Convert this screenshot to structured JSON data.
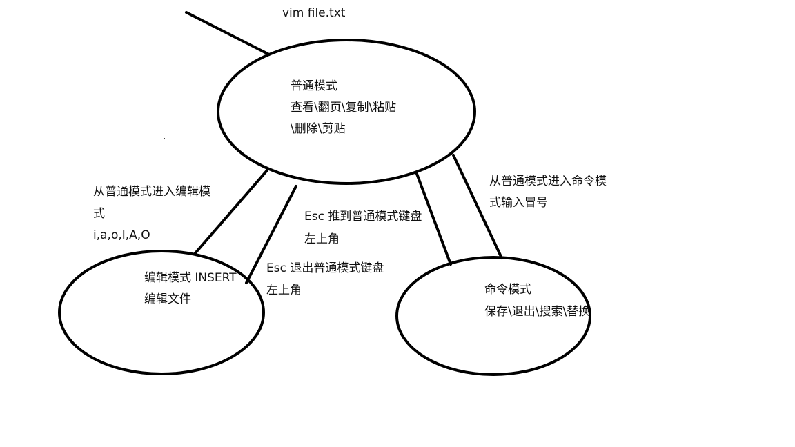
{
  "command": "vim file.txt",
  "nodes": {
    "normal": {
      "title": "普通模式",
      "desc_line1": "查看\\翻页\\复制\\粘贴",
      "desc_line2": "\\删除\\剪贴"
    },
    "insert": {
      "title": "编辑模式 INSERT",
      "desc": "编辑文件"
    },
    "command": {
      "title": "命令模式",
      "desc": "保存\\退出\\搜索\\替换"
    }
  },
  "edges": {
    "normal_to_insert": {
      "line1": "从普通模式进入编辑模",
      "line2": "式",
      "line3": "i,a,o,I,A,O"
    },
    "insert_to_normal_a": {
      "line1": "Esc 推到普通模式键盘",
      "line2": "左上角"
    },
    "insert_to_normal_b": {
      "line1": "Esc 退出普通模式键盘",
      "line2": "左上角"
    },
    "normal_to_command": {
      "line1": "从普通模式进入命令模",
      "line2": "式输入冒号"
    }
  },
  "colors": {
    "stroke": "#000000",
    "text": "#111111",
    "background": "#ffffff"
  }
}
